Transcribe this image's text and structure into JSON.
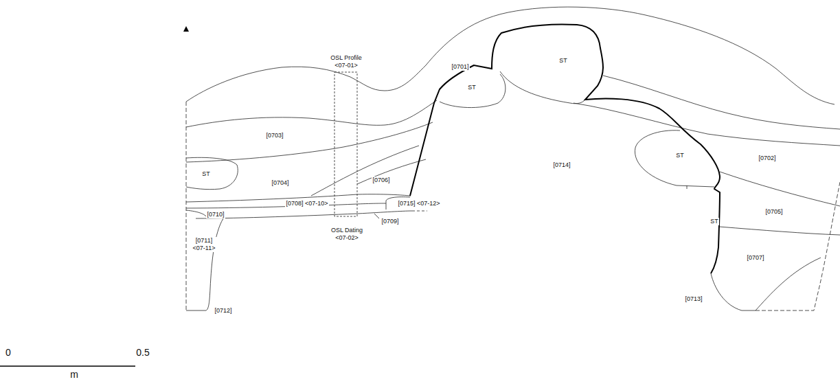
{
  "diagram": {
    "labels": [
      "[0701]",
      "ST",
      "ST",
      "OSL Profile <07-01>",
      "[0703]",
      "ST",
      "[0704]",
      "[0706]",
      "[0714]",
      "ST",
      "[0702]",
      "[0708] <07-10>",
      "[0715] <07-12>",
      "[0710]",
      "[0709]",
      "OSL Dating <07-02>",
      "ST",
      "[0705]",
      "[0711] <07-11>",
      "[0707]",
      "[0713]",
      "[0712]",
      "0",
      "0.5",
      "m"
    ]
  }
}
